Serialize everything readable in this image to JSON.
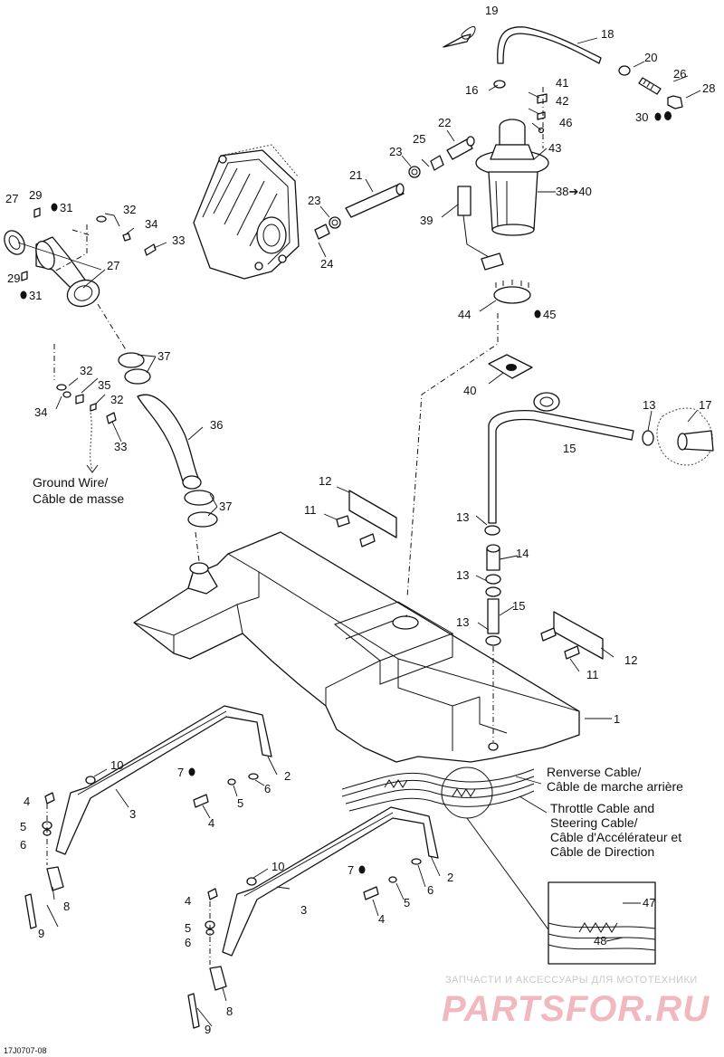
{
  "diagram": {
    "callouts": {
      "c1": "1",
      "c2a": "2",
      "c2b": "2",
      "c3a": "3",
      "c3b": "3",
      "c4a": "4",
      "c4b": "4",
      "c4c": "4",
      "c4d": "4",
      "c5a": "5",
      "c5b": "5",
      "c5c": "5",
      "c5d": "5",
      "c6a": "6",
      "c6b": "6",
      "c6c": "6",
      "c6d": "6",
      "c7a": "7",
      "c7b": "7",
      "c8a": "8",
      "c8b": "8",
      "c9a": "9",
      "c9b": "9",
      "c10a": "10",
      "c10b": "10",
      "c11a": "11",
      "c11b": "11",
      "c12a": "12",
      "c12b": "12",
      "c13a": "13",
      "c13b": "13",
      "c13c": "13",
      "c13d": "13",
      "c14": "14",
      "c15a": "15",
      "c15b": "15",
      "c17": "17",
      "c16": "16",
      "c18": "18",
      "c19": "19",
      "c20": "20",
      "c21": "21",
      "c22": "22",
      "c23a": "23",
      "c23b": "23",
      "c24": "24",
      "c25": "25",
      "c26": "26",
      "c27a": "27",
      "c27b": "27",
      "c28": "28",
      "c29a": "29",
      "c29b": "29",
      "c30": "30",
      "c31a": "31",
      "c31b": "31",
      "c32a": "32",
      "c32b": "32",
      "c32c": "32",
      "c33a": "33",
      "c33b": "33",
      "c34a": "34",
      "c34b": "34",
      "c35": "35",
      "c36": "36",
      "c37a": "37",
      "c37b": "37",
      "c38": "38➔40",
      "c39": "39",
      "c40": "40",
      "c41": "41",
      "c42": "42",
      "c43": "43",
      "c44": "44",
      "c45": "45",
      "c46": "46",
      "c47": "47",
      "c48": "48"
    },
    "notes": {
      "ground_wire_en": "Ground Wire/",
      "ground_wire_fr": "Câble de masse",
      "reverse_en": "Renverse Cable/",
      "reverse_fr": "Câble de marche arrière",
      "throttle_1": "Throttle Cable and",
      "throttle_2": "Steering Cable/",
      "throttle_3": "Câble d'Accélérateur et",
      "throttle_4": "Câble de Direction"
    },
    "drawing_code": "17J0707-08",
    "watermark_small": "ЗАПЧАСТИ И АКСЕССУАРЫ ДЛЯ МОТОТЕХНИКИ",
    "watermark_big": "PARTSFOR.RU"
  }
}
